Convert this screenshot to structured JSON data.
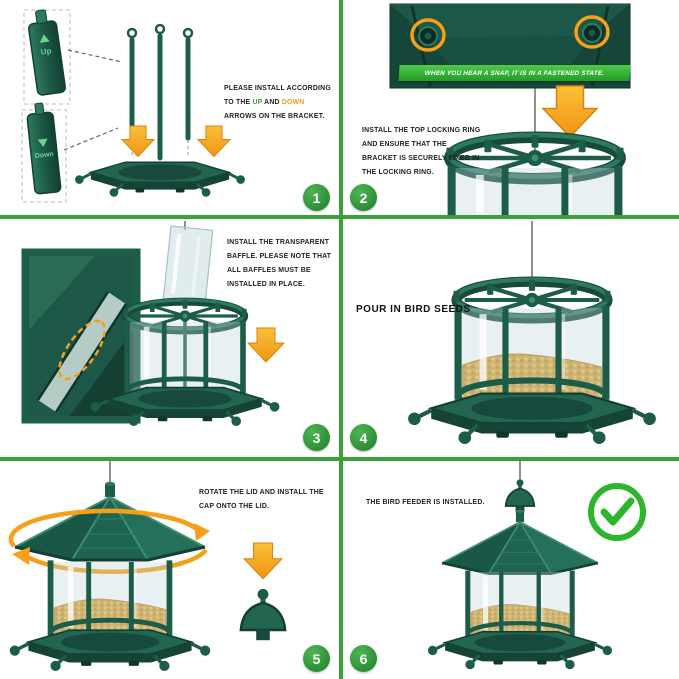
{
  "colors": {
    "divider_green": "#3aa03a",
    "step_badge_green": "#2c8f33",
    "arrow_orange": "#f59f1b",
    "product_green": "#1d5c49",
    "banner_green": "#2eb52e",
    "seed_yellow": "#d9a53c",
    "check_green": "#2db52d",
    "up_text_green": "#2fa52f",
    "down_text_orange": "#f59a1d"
  },
  "panels": {
    "p1": {
      "step": "1",
      "bracket_up": "Up",
      "bracket_down": "Down",
      "t1": "PLEASE INSTALL ACCORDING TO THE ",
      "t2": "UP",
      "t3": " AND ",
      "t4": "DOWN",
      "t5": " ARROWS ON THE BRACKET."
    },
    "p2": {
      "step": "2",
      "banner": "WHEN YOU HEAR A SNAP, IT IS IN A FASTENED STATE.",
      "instruction": "INSTALL THE TOP LOCKING RING AND ENSURE THAT THE BRACKET IS SECURELY FIXED IN THE LOCKING RING."
    },
    "p3": {
      "step": "3",
      "instruction": "INSTALL THE TRANSPARENT BAFFLE. PLEASE NOTE THAT ALL BAFFLES MUST BE INSTALLED IN PLACE."
    },
    "p4": {
      "step": "4",
      "instruction": "POUR IN BIRD SEEDS"
    },
    "p5": {
      "step": "5",
      "instruction": "ROTATE THE LID AND INSTALL THE CAP ONTO THE LID."
    },
    "p6": {
      "step": "6",
      "instruction": "THE BIRD FEEDER IS INSTALLED."
    }
  }
}
